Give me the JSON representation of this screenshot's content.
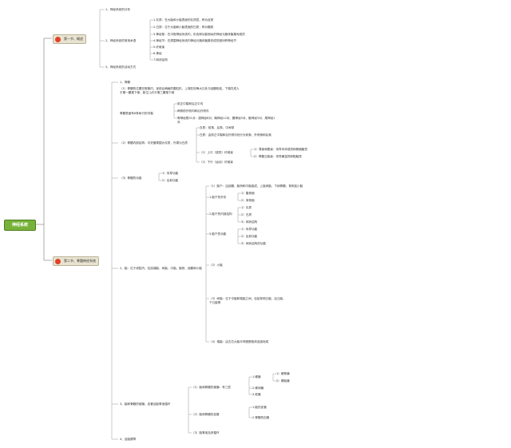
{
  "root": "神经系统",
  "b1": {
    "label": "第一节、概述",
    "items": [
      "1、神经系统的分布",
      "2、神经系统的常用术语",
      "3、神经系统的活动方式"
    ],
    "terms": [
      "1.灰质：在大脑和小脑表面的灰质层，称为皮质",
      "2.白质：位于大脑和小脑表面的白质，称为髓质",
      "3.神经核：在中枢神经系统内，形态和功能相似的神经元胞体聚集而成的",
      "4.神经节：在周围神经系统内神经元胞体聚集形成的团块称神经节",
      "5.纤维束",
      "6.神经",
      "7.网状结构"
    ]
  },
  "b2": {
    "label": "第二节、脊髓神经系统",
    "s1": "1、脊髓",
    "s1a": "（1）脊髓的位置在椎管内，呈前后稍扁的圆柱形，上端在枕骨大孔处与延髓相连，下端在成人平第一腰椎下缘，新生儿约平第三腰椎下缘",
    "s1b": "脊髓表面有6条纵行的沟裂",
    "s1b_items": [
      "前正中裂和后正中沟",
      "两侧前外侧沟和后外侧沟",
      "脊神经根31对：颈神经8对、胸神经12对、腰神经5对、骶神经5对、尾神经1对"
    ],
    "s2": "（2）脊髓内部结构：中央管周围为灰质，外周为白质",
    "s2_items": [
      "灰质：前角、后角、中间带",
      "白质：由前正中裂和后外侧沟划分为前索、外侧索和后索",
      "（1）上行（感觉）纤维束",
      "（2）下行（运动）纤维束"
    ],
    "s2_tracts": [
      "1）薄束和楔束：传导本体感觉和精细触觉",
      "2）脊髓丘脑束：传导痛温觉和粗触觉"
    ],
    "s3": "（3）脊髓的功能",
    "s3_items": [
      "1）传导功能",
      "2）反射功能"
    ],
    "b": "2、脑：位于颅腔内，包括端脑、间脑、中脑、脑桥、延髓和小脑",
    "b_items": [
      "（1）脑干：由延髓、脑桥和中脑组成，上接间脑，下续脊髓，背侧连小脑",
      "1.脑干的外形",
      "2.脑干的内部结构",
      "3.脑干的功能",
      "（2）小脑",
      "（3）间脑：位于中脑和端脑之间，包括背侧丘脑、后丘脑、下丘脑等",
      "（4）端脑：由左右大脑半球借胼胝体连接而成"
    ],
    "b_sub": [
      "1）腹侧面",
      "2）背侧面",
      "1）灰质",
      "2）白质",
      "3）网状结构",
      "1）传导功能",
      "2）反射功能",
      "3）网状结构的功能"
    ],
    "c": "3、脑和脊髓的被膜、血管及脑脊液循环",
    "c_items": [
      "（1）脑和脊髓的被膜：有三层",
      "（2）脑和脊髓的血管",
      "（3）脑脊液及其循环"
    ],
    "c_sub": [
      "1.硬膜",
      "2.蛛网膜",
      "3.软膜",
      "1）硬脊膜",
      "2）硬脑膜",
      "1.脑的血管",
      "2.脊髓的血管"
    ],
    "d": "4、血脑屏障"
  }
}
